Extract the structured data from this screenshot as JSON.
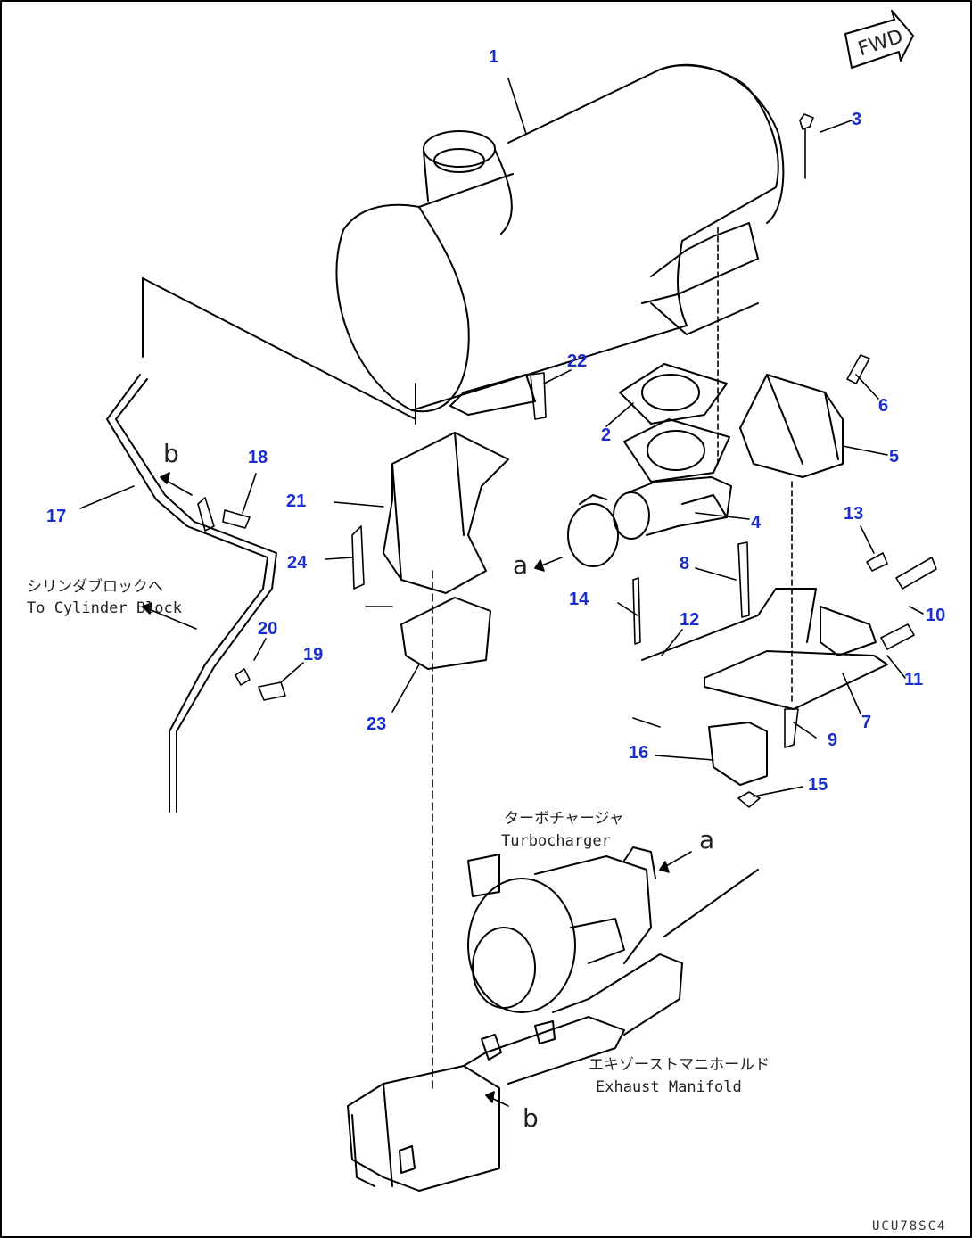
{
  "orientation_badge": "FWD",
  "drawing_code": "UCU78SC4",
  "callouts": [
    "1",
    "2",
    "3",
    "4",
    "5",
    "6",
    "7",
    "8",
    "9",
    "10",
    "11",
    "12",
    "13",
    "14",
    "15",
    "16",
    "17",
    "18",
    "19",
    "20",
    "21",
    "22",
    "23",
    "24"
  ],
  "view_letters": {
    "a": "a",
    "b": "b"
  },
  "notes": {
    "cylinder_block_jp": "シリンダブロックへ",
    "cylinder_block_en": "To Cylinder Block",
    "turbocharger_jp": "ターボチャージャ",
    "turbocharger_en": "Turbocharger",
    "exhaust_manifold_jp": "エキゾーストマニホールド",
    "exhaust_manifold_en": "Exhaust Manifold"
  }
}
